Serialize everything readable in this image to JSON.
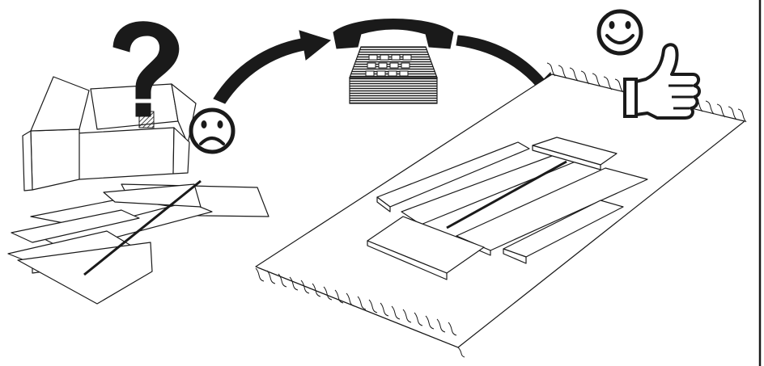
{
  "illustration": {
    "symbols": [
      "question-mark",
      "sad-face",
      "telephone",
      "happy-face",
      "thumbs-up"
    ],
    "colors": {
      "ink": "#1a1a1a",
      "background": "#ffffff"
    }
  }
}
